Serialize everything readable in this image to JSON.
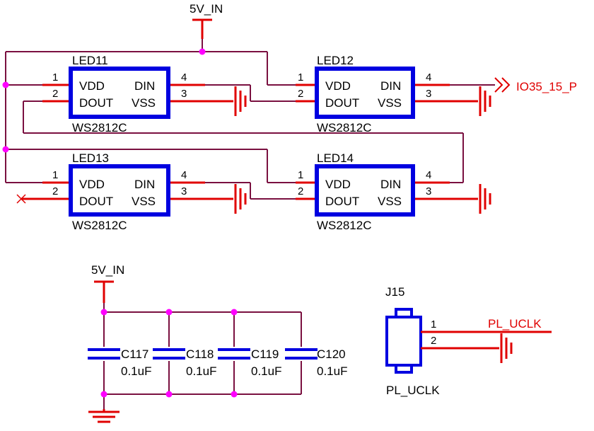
{
  "nets": {
    "power": "5V_IN",
    "io_port": "IO35_15_P",
    "pl_uclk": "PL_UCLK"
  },
  "leds": [
    {
      "ref": "LED11",
      "part": "WS2812C",
      "pins": {
        "vdd": "VDD",
        "dout": "DOUT",
        "din": "DIN",
        "vss": "VSS",
        "n1": "1",
        "n2": "2",
        "n3": "3",
        "n4": "4"
      }
    },
    {
      "ref": "LED12",
      "part": "WS2812C",
      "pins": {
        "vdd": "VDD",
        "dout": "DOUT",
        "din": "DIN",
        "vss": "VSS",
        "n1": "1",
        "n2": "2",
        "n3": "3",
        "n4": "4"
      }
    },
    {
      "ref": "LED13",
      "part": "WS2812C",
      "pins": {
        "vdd": "VDD",
        "dout": "DOUT",
        "din": "DIN",
        "vss": "VSS",
        "n1": "1",
        "n2": "2",
        "n3": "3",
        "n4": "4"
      }
    },
    {
      "ref": "LED14",
      "part": "WS2812C",
      "pins": {
        "vdd": "VDD",
        "dout": "DOUT",
        "din": "DIN",
        "vss": "VSS",
        "n1": "1",
        "n2": "2",
        "n3": "3",
        "n4": "4"
      }
    }
  ],
  "capacitors": [
    {
      "ref": "C117",
      "value": "0.1uF"
    },
    {
      "ref": "C118",
      "value": "0.1uF"
    },
    {
      "ref": "C119",
      "value": "0.1uF"
    },
    {
      "ref": "C120",
      "value": "0.1uF"
    }
  ],
  "connector": {
    "ref": "J15",
    "name": "PL_UCLK",
    "pin1": "1",
    "pin2": "2"
  }
}
